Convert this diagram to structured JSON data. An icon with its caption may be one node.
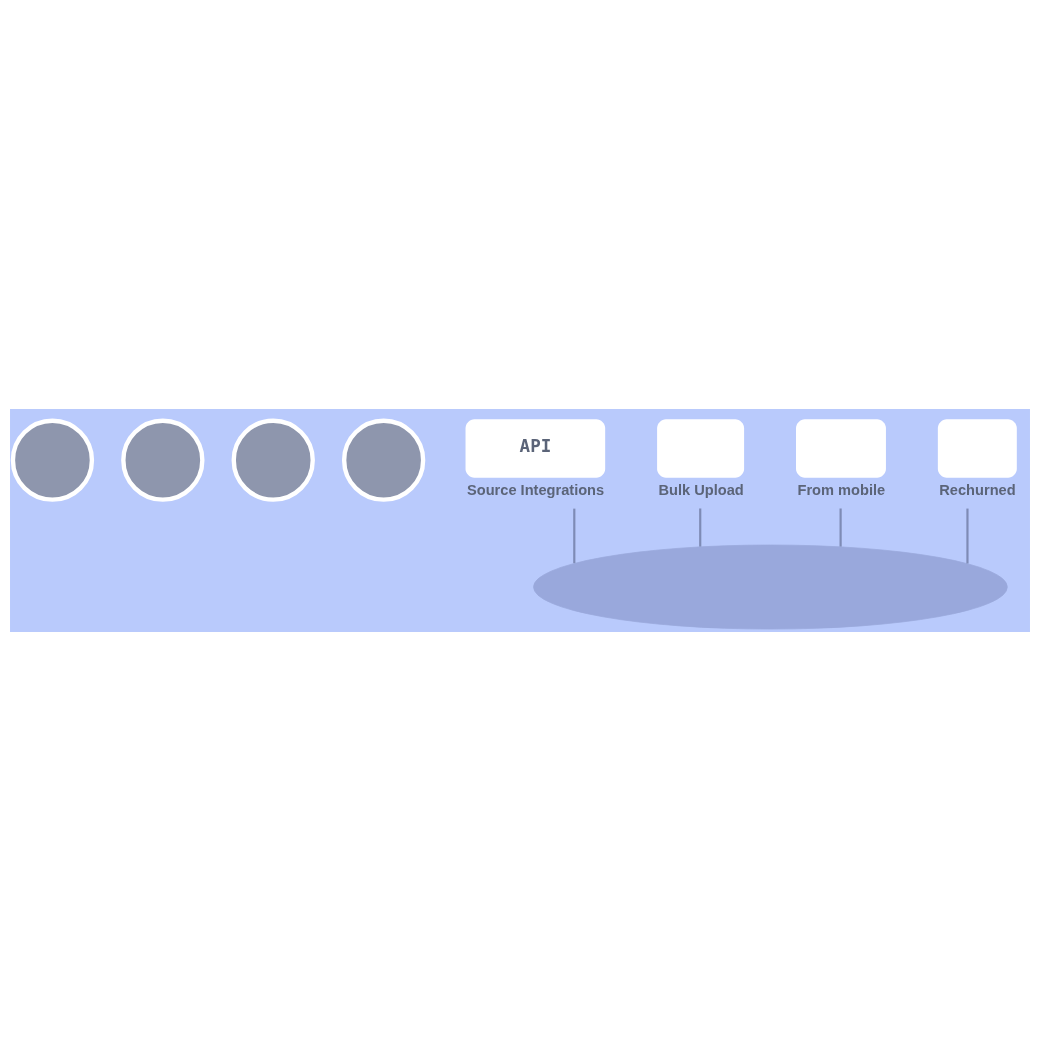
{
  "diagram": {
    "nodes": [
      {
        "text": [],
        "shape": "circle"
      },
      {
        "text": [],
        "shape": "circle"
      },
      {
        "text": [],
        "shape": "circle"
      },
      {
        "text": [],
        "shape": "circle"
      },
      {
        "text": [
          "API",
          "Source Integrations"
        ]
      },
      {
        "text": [
          "Bulk Upload"
        ]
      },
      {
        "text": [
          "From mobile"
        ]
      },
      {
        "text": [
          "Rechurned"
        ]
      },
      {
        "text": [],
        "shape": "dome"
      }
    ],
    "edges": [
      {
        "from": 8,
        "to": 4,
        "arrow": "none"
      },
      {
        "from": 8,
        "to": 5,
        "arrow": "none"
      },
      {
        "from": 8,
        "to": 6,
        "arrow": "none"
      },
      {
        "from": 8,
        "to": 7,
        "arrow": "none"
      }
    ]
  }
}
